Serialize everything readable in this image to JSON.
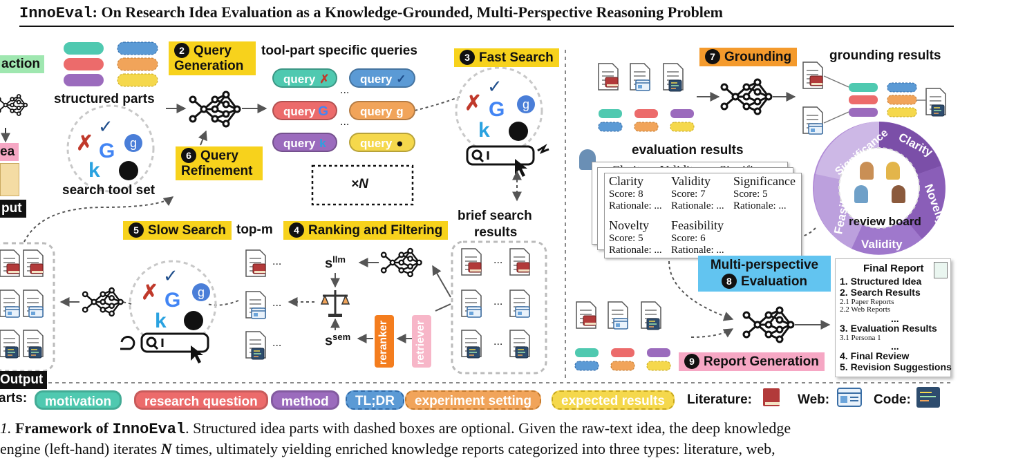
{
  "title": {
    "mono": "InnoEval",
    "rest": ": On Research Idea Evaluation as a Knowledge-Grounded, Multi-Perspective Reasoning Problem"
  },
  "left_edge": {
    "extraction": "action",
    "idea": "ea",
    "output_top": "put",
    "output_bottom": "Output",
    "parts_prefix": "arts:"
  },
  "step2": {
    "num": "2",
    "label_line1": "Query",
    "label_line2": "Generation"
  },
  "step3": {
    "num": "3",
    "label": "Fast Search"
  },
  "step4": {
    "num": "4",
    "label": "Ranking and Filtering"
  },
  "step5": {
    "num": "5",
    "label": "Slow Search"
  },
  "step6": {
    "num": "6",
    "label_line1": "Query",
    "label_line2": "Refinement"
  },
  "step7": {
    "num": "7",
    "label": "Grounding"
  },
  "step8": {
    "num": "8",
    "label_line1": "Multi-perspective",
    "label_line2": "Evaluation"
  },
  "step9": {
    "num": "9",
    "label": "Report Generation"
  },
  "labels": {
    "structured_parts": "structured parts",
    "search_tool_set": "search tool set",
    "tool_part_queries": "tool-part specific queries",
    "times_n": "×N",
    "top_m": "top-m",
    "brief_results_1": "brief search",
    "brief_results_2": "results",
    "s_llm_base": "s",
    "s_llm_sup": "llm",
    "s_sem_base": "s",
    "s_sem_sup": "sem",
    "reranker": "reranker",
    "retriever": "retriever",
    "grounding_results": "grounding results",
    "evaluation_results": "evaluation results",
    "review_board": "review board",
    "ellipsis": "..."
  },
  "queries": [
    {
      "text": "query",
      "color": "#4fc9b0",
      "icon": "arxiv-x-icon"
    },
    {
      "text": "query",
      "color": "#5b9ad5",
      "icon": "semantic-scholar-icon"
    },
    {
      "text": "query",
      "color": "#ec6b6b",
      "icon": "google-icon"
    },
    {
      "text": "query",
      "color": "#f1a45a",
      "icon": "scholar-icon"
    },
    {
      "text": "query",
      "color": "#9b6bbd",
      "icon": "k-icon"
    },
    {
      "text": "query",
      "color": "#f5d84c",
      "icon": "github-icon"
    }
  ],
  "eval_cards": [
    {
      "name": "Clarity",
      "score": "Score: 8",
      "rationale": "Rationale: ..."
    },
    {
      "name": "Validity",
      "score": "Score: 7",
      "rationale": "Rationale: ..."
    },
    {
      "name": "Significance",
      "score": "Score: 5",
      "rationale": "Rationale: ..."
    },
    {
      "name": "Novelty",
      "score": "Score: 5",
      "rationale": "Rationale: ..."
    },
    {
      "name": "Feasibility",
      "score": "Score: 6",
      "rationale": "Rationale: ..."
    }
  ],
  "eval_back": {
    "h1": "Clarity",
    "h2": "Validity",
    "h3": "Significance"
  },
  "ring": {
    "clarity": "Clarity",
    "novelty": "Novelty",
    "validity": "Validity",
    "feasibility": "Feasibility",
    "significance": "Significance"
  },
  "final_report": {
    "title": "Final Report",
    "l1": "1. Structured Idea",
    "l2": "2. Search Results",
    "l2a": "2.1 Paper Reports",
    "l2b": "2.2 Web Reports",
    "l3": "3. Evaluation Results",
    "l3a": "3.1 Persona 1",
    "l4": "4. Final Review",
    "l5": "5. Revision Suggestions",
    "dots": "..."
  },
  "legend": {
    "motivation": "motivation",
    "research_question": "research question",
    "method": "method",
    "tldr": "TL;DR",
    "experiment_setting": "experiment setting",
    "expected_results": "expected results",
    "literature": "Literature:",
    "web": "Web:",
    "code": "Code:"
  },
  "colors": {
    "teal": "#4fc9b0",
    "red": "#ec6b6b",
    "purple": "#9b6bbd",
    "blue": "#5b9ad5",
    "orange": "#f1a45a",
    "yellow": "#f5d84c",
    "ring_dark": "#7b4fa8",
    "ring_light": "#b08ad6"
  },
  "caption": {
    "line1_pre": "1. ",
    "line1_bold": "Framework of ",
    "line1_mono": "InnoEval",
    "line1_rest": ". Structured idea parts with dashed boxes are optional. Given the raw-text idea, the deep knowledge",
    "line2_a": "engine (left-hand) iterates ",
    "line2_n": "N",
    "line2_b": " times, ultimately yielding enriched knowledge reports categorized into three types: literature, web,"
  }
}
